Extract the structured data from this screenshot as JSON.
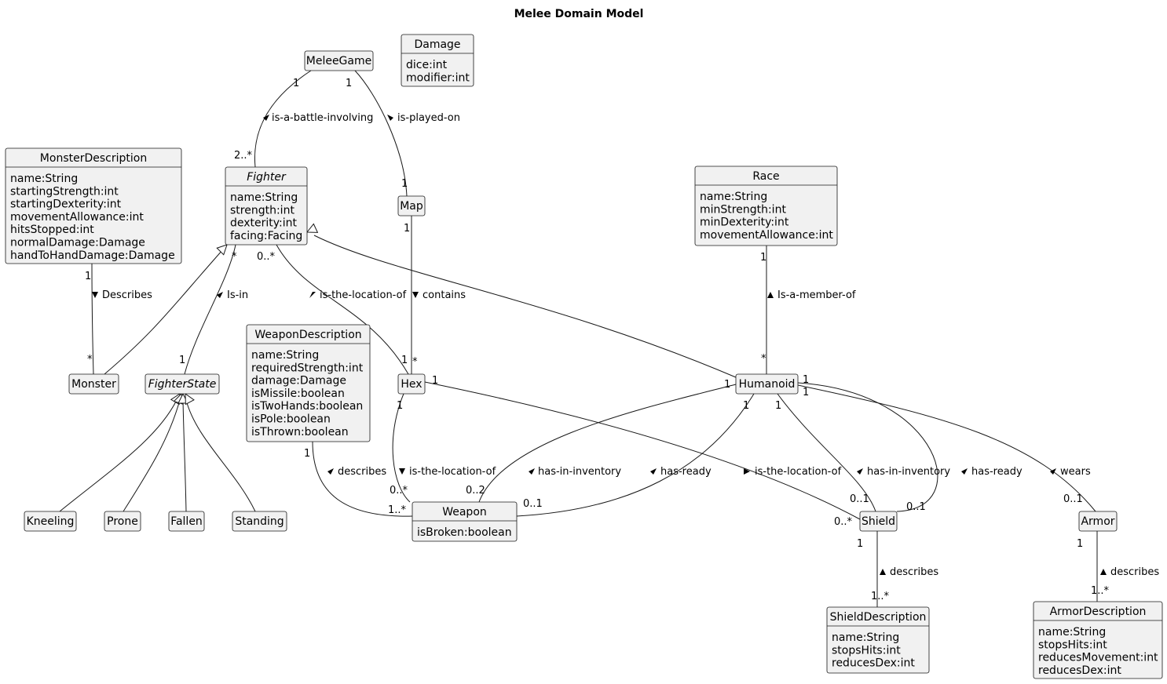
{
  "title": "Melee Domain Model",
  "classes": {
    "MeleeGame": {
      "name": "MeleeGame",
      "attrs": []
    },
    "Damage": {
      "name": "Damage",
      "attrs": [
        "dice:int",
        "modifier:int"
      ]
    },
    "MonsterDescription": {
      "name": "MonsterDescription",
      "attrs": [
        "name:String",
        "startingStrength:int",
        "startingDexterity:int",
        "movementAllowance:int",
        "hitsStopped:int",
        "normalDamage:Damage",
        "handToHandDamage:Damage"
      ]
    },
    "Fighter": {
      "name": "Fighter",
      "abstract": true,
      "attrs": [
        "name:String",
        "strength:int",
        "dexterity:int",
        "facing:Facing"
      ]
    },
    "Map": {
      "name": "Map",
      "attrs": []
    },
    "Race": {
      "name": "Race",
      "attrs": [
        "name:String",
        "minStrength:int",
        "minDexterity:int",
        "movementAllowance:int"
      ]
    },
    "WeaponDescription": {
      "name": "WeaponDescription",
      "attrs": [
        "name:String",
        "requiredStrength:int",
        "damage:Damage",
        "isMissile:boolean",
        "isTwoHands:boolean",
        "isPole:boolean",
        "isThrown:boolean"
      ]
    },
    "Monster": {
      "name": "Monster",
      "attrs": []
    },
    "FighterState": {
      "name": "FighterState",
      "abstract": true,
      "attrs": []
    },
    "Hex": {
      "name": "Hex",
      "attrs": []
    },
    "Humanoid": {
      "name": "Humanoid",
      "attrs": []
    },
    "Kneeling": {
      "name": "Kneeling",
      "attrs": []
    },
    "Prone": {
      "name": "Prone",
      "attrs": []
    },
    "Fallen": {
      "name": "Fallen",
      "attrs": []
    },
    "Standing": {
      "name": "Standing",
      "attrs": []
    },
    "Weapon": {
      "name": "Weapon",
      "attrs": [
        "isBroken:boolean"
      ]
    },
    "Shield": {
      "name": "Shield",
      "attrs": []
    },
    "Armor": {
      "name": "Armor",
      "attrs": []
    },
    "ShieldDescription": {
      "name": "ShieldDescription",
      "attrs": [
        "name:String",
        "stopsHits:int",
        "reducesDex:int"
      ]
    },
    "ArmorDescription": {
      "name": "ArmorDescription",
      "attrs": [
        "name:String",
        "stopsHits:int",
        "reducesMovement:int",
        "reducesDex:int"
      ]
    }
  },
  "associations": [
    {
      "id": "game-fighter",
      "from": "MeleeGame",
      "to": "Fighter",
      "label": "is-a-battle-involving",
      "from_mult": "1",
      "to_mult": "2..*"
    },
    {
      "id": "game-map",
      "from": "MeleeGame",
      "to": "Map",
      "label": "is-played-on",
      "from_mult": "1",
      "to_mult": "1"
    },
    {
      "id": "map-hex",
      "from": "Map",
      "to": "Hex",
      "label": "contains",
      "from_mult": "1",
      "to_mult": "*"
    },
    {
      "id": "monsterdesc-monster",
      "from": "MonsterDescription",
      "to": "Monster",
      "label": "Describes",
      "from_mult": "1",
      "to_mult": "*"
    },
    {
      "id": "fighter-state",
      "from": "Fighter",
      "to": "FighterState",
      "label": "Is-in",
      "from_mult": "*",
      "to_mult": "1"
    },
    {
      "id": "hex-fighter",
      "from": "Fighter",
      "to": "Hex",
      "label": "is-the-location-of",
      "from_mult": "0..*",
      "to_mult": "1"
    },
    {
      "id": "race-humanoid",
      "from": "Race",
      "to": "Humanoid",
      "label": "Is-a-member-of",
      "from_mult": "1",
      "to_mult": "*"
    },
    {
      "id": "weapondesc-weapon",
      "from": "WeaponDescription",
      "to": "Weapon",
      "label": "describes",
      "from_mult": "1",
      "to_mult": "1..*"
    },
    {
      "id": "hex-weapon",
      "from": "Hex",
      "to": "Weapon",
      "label": "is-the-location-of",
      "from_mult": "1",
      "to_mult": "0..*"
    },
    {
      "id": "humanoid-weapon-inv",
      "from": "Humanoid",
      "to": "Weapon",
      "label": "has-in-inventory",
      "from_mult": "1",
      "to_mult": "0..2"
    },
    {
      "id": "humanoid-weapon-ready",
      "from": "Humanoid",
      "to": "Weapon",
      "label": "has-ready",
      "from_mult": "1",
      "to_mult": "0..1"
    },
    {
      "id": "hex-shield",
      "from": "Hex",
      "to": "Shield",
      "label": "is-the-location-of",
      "from_mult": "1",
      "to_mult": "0..*"
    },
    {
      "id": "humanoid-shield-inv",
      "from": "Humanoid",
      "to": "Shield",
      "label": "has-in-inventory",
      "from_mult": "1",
      "to_mult": "0..1"
    },
    {
      "id": "humanoid-shield-ready",
      "from": "Humanoid",
      "to": "Shield",
      "label": "has-ready",
      "from_mult": "1",
      "to_mult": "0..1"
    },
    {
      "id": "humanoid-armor",
      "from": "Humanoid",
      "to": "Armor",
      "label": "wears",
      "from_mult": "1",
      "to_mult": "0..1"
    },
    {
      "id": "shielddesc-shield",
      "from": "ShieldDescription",
      "to": "Shield",
      "label": "describes",
      "from_mult": "1",
      "to_mult": "1..*"
    },
    {
      "id": "armordesc-armor",
      "from": "ArmorDescription",
      "to": "Armor",
      "label": "describes",
      "from_mult": "1",
      "to_mult": "1..*"
    }
  ],
  "generalizations": [
    {
      "child": "Monster",
      "parent": "Fighter"
    },
    {
      "child": "Humanoid",
      "parent": "Fighter"
    },
    {
      "child": "Kneeling",
      "parent": "FighterState"
    },
    {
      "child": "Prone",
      "parent": "FighterState"
    },
    {
      "child": "Fallen",
      "parent": "FighterState"
    },
    {
      "child": "Standing",
      "parent": "FighterState"
    }
  ]
}
